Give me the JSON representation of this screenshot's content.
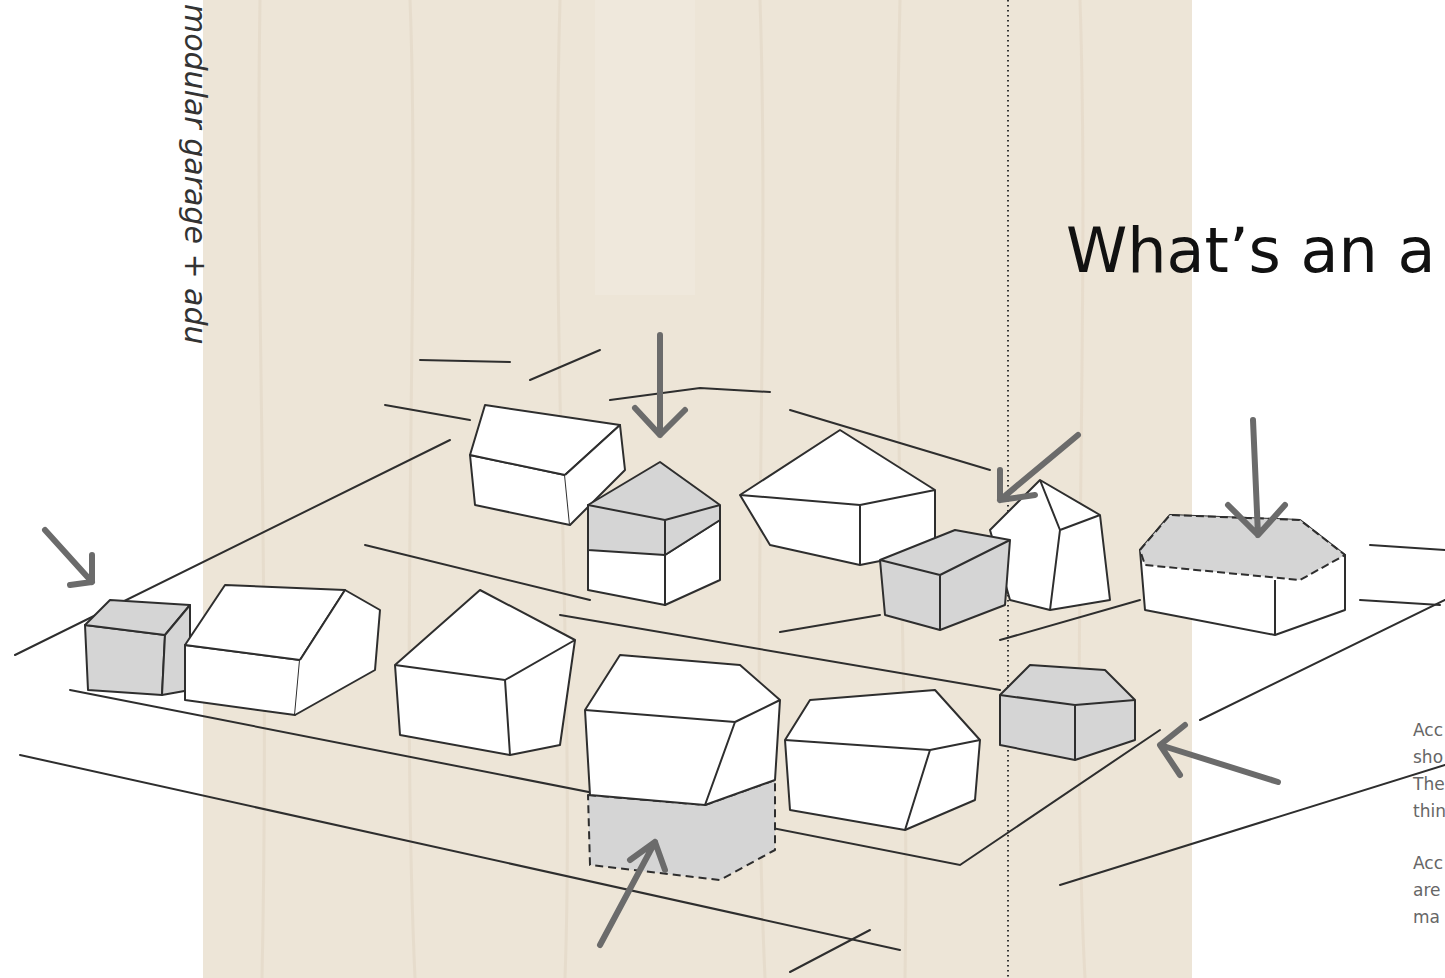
{
  "diagram": {
    "title": "What’s an a",
    "labels": [
      "modular garage + adu",
      "Acc",
      "sho",
      "The",
      "thin",
      "Acc",
      "are",
      "ma"
    ]
  }
}
